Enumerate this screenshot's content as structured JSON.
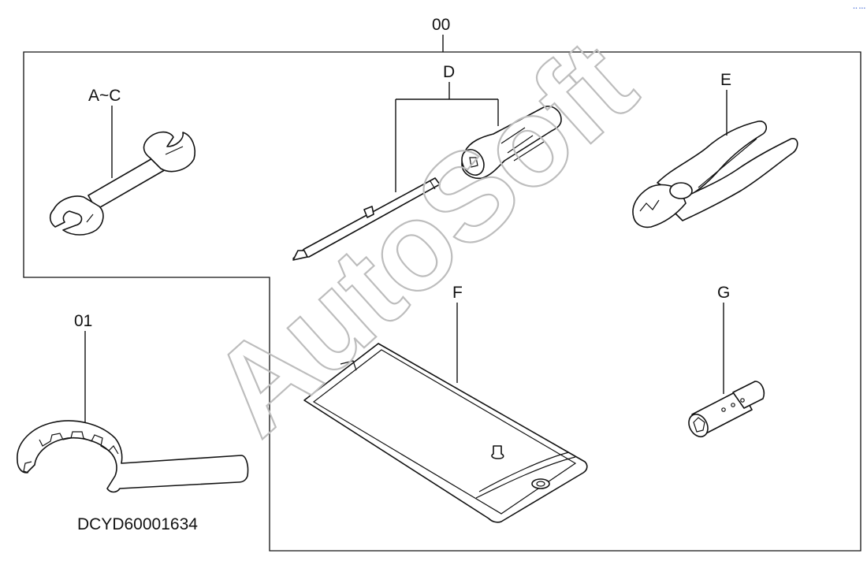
{
  "labels": {
    "assembly": "00",
    "wrenches": "A~C",
    "screwdriver": "D",
    "pliers": "E",
    "pouch": "F",
    "socket": "G",
    "hook_wrench": "01"
  },
  "drawing_code": "DCYD60001634",
  "watermark": "AutoSoft",
  "corner_mark": "•• •••"
}
